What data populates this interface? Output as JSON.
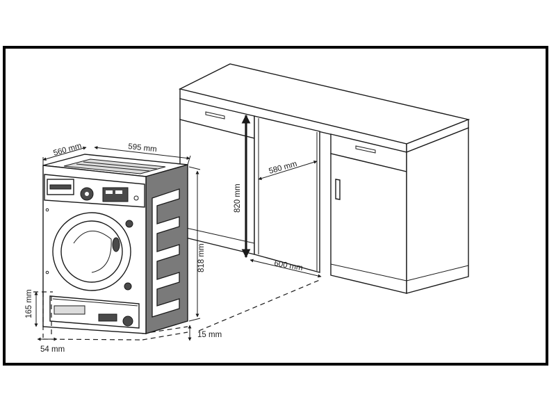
{
  "dimensions": {
    "machine_depth": "560 mm",
    "machine_width": "595 mm",
    "machine_height": "818 mm",
    "feet_height": "165 mm",
    "feet_inset": "54 mm",
    "floor_clearance": "15 mm",
    "niche_height": "820 mm",
    "niche_depth": "580 mm",
    "niche_width": "600 mm"
  },
  "colors": {
    "line": "#1a1a1a",
    "side_panel": "#7a7a7a",
    "background": "#ffffff"
  }
}
